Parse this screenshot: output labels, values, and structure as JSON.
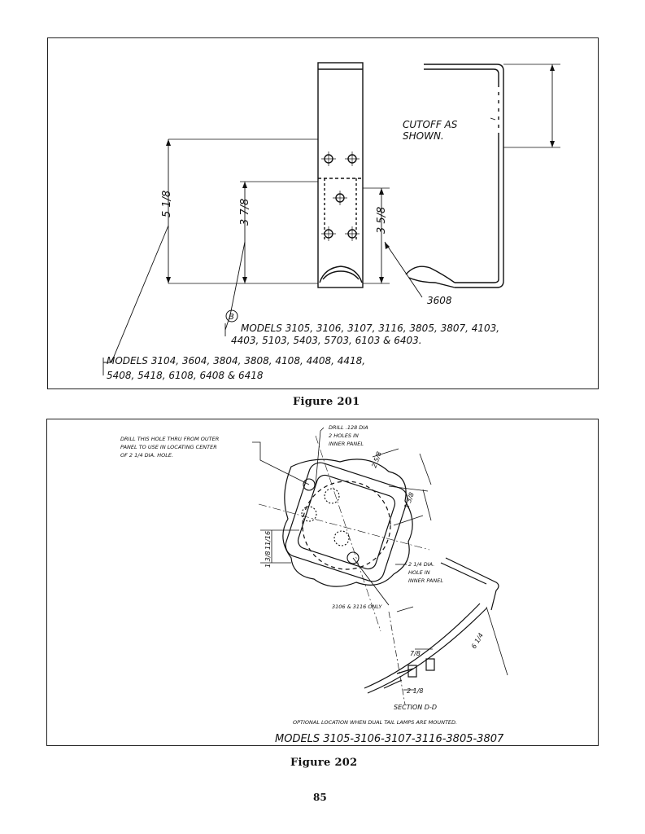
{
  "figure_201": {
    "caption": "Figure 201",
    "dim_overall": "5 1/8",
    "dim_middle": "3 7/8",
    "dim_right": "3 5/8",
    "cutoff_note_line1": "CUTOFF AS",
    "cutoff_note_line2": "SHOWN.",
    "part_number": "3608",
    "callout_marker": "B",
    "models_b_line1": "MODELS 3105, 3106, 3107, 3116, 3805, 3807, 4103,",
    "models_b_line2": "4403, 5103, 5403, 5703, 6103 & 6403.",
    "models_a_line1": "MODELS 3104, 3604, 3804, 3808, 4108, 4408, 4418,",
    "models_a_line2": "5408, 5418, 6108, 6408 & 6418"
  },
  "figure_202": {
    "caption": "Figure 202",
    "note_drill_outer_1": "DRILL THIS HOLE THRU FROM OUTER",
    "note_drill_outer_2": "PANEL TO USE IN LOCATING CENTER",
    "note_drill_outer_3": "OF 2 1/4 DIA. HOLE.",
    "note_drill_inner_1": "DRILL .128 DIA",
    "note_drill_inner_2": "2 HOLES IN",
    "note_drill_inner_3": "INNER PANEL",
    "note_hole_1": "2 1/4 DIA.",
    "note_hole_2": "HOLE IN",
    "note_hole_3": "INNER PANEL",
    "note_only": "3106 & 3116 ONLY",
    "dim_a": "2 5/8",
    "dim_b": "1 3/8",
    "dim_c": "11/16",
    "dim_d": "1 3/8",
    "dim_e": "7/8",
    "dim_f": "6 1/4",
    "dim_g": "2 1/8",
    "section_label": "SECTION D-D",
    "optional_note": "OPTIONAL LOCATION WHEN DUAL TAIL LAMPS ARE MOUNTED.",
    "models": "MODELS 3105-3106-3107-3116-3805-3807"
  },
  "page_number": "85"
}
